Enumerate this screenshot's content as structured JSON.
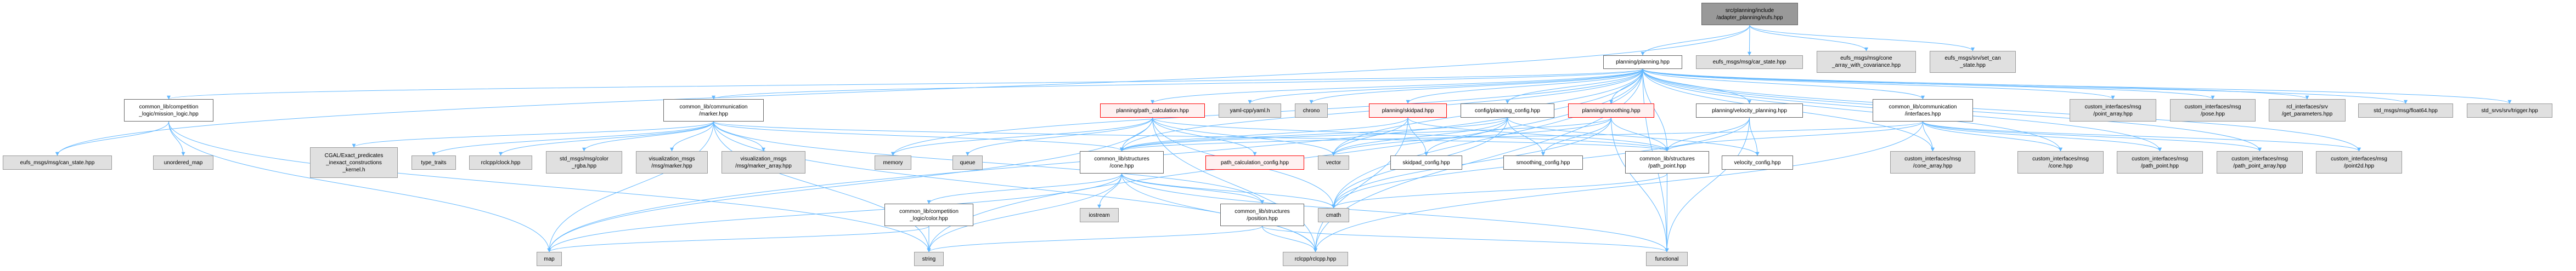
{
  "graph": {
    "edge_color": "#63b8ff",
    "nodes": [
      {
        "id": "root",
        "label": [
          "src/planning/include",
          "/adapter_planning/eufs.hpp"
        ],
        "kind": "root"
      },
      {
        "id": "planning",
        "label": [
          "planning/planning.hpp"
        ],
        "kind": "normal"
      },
      {
        "id": "car_state",
        "label": [
          "eufs_msgs/msg/car_state.hpp"
        ],
        "kind": "external"
      },
      {
        "id": "cone_cov",
        "label": [
          "eufs_msgs/msg/cone",
          "_array_with_covariance.hpp"
        ],
        "kind": "external"
      },
      {
        "id": "set_can",
        "label": [
          "eufs_msgs/srv/set_can",
          "_state.hpp"
        ],
        "kind": "external"
      },
      {
        "id": "mission",
        "label": [
          "common_lib/competition",
          "_logic/mission_logic.hpp"
        ],
        "kind": "normal"
      },
      {
        "id": "marker",
        "label": [
          "common_lib/communication",
          "/marker.hpp"
        ],
        "kind": "normal"
      },
      {
        "id": "pathcalc",
        "label": [
          "planning/path_calculation.hpp"
        ],
        "kind": "red"
      },
      {
        "id": "yaml",
        "label": [
          "yaml-cpp/yaml.h"
        ],
        "kind": "external"
      },
      {
        "id": "chrono",
        "label": [
          "chrono"
        ],
        "kind": "external"
      },
      {
        "id": "skidpad",
        "label": [
          "planning/skidpad.hpp"
        ],
        "kind": "red"
      },
      {
        "id": "plconfig",
        "label": [
          "config/planning_config.hpp"
        ],
        "kind": "normal"
      },
      {
        "id": "smoothing",
        "label": [
          "planning/smoothing.hpp"
        ],
        "kind": "red"
      },
      {
        "id": "velplan",
        "label": [
          "planning/velocity_planning.hpp"
        ],
        "kind": "normal"
      },
      {
        "id": "interfaces",
        "label": [
          "common_lib/communication",
          "/interfaces.hpp"
        ],
        "kind": "normal"
      },
      {
        "id": "point_array",
        "label": [
          "custom_interfaces/msg",
          "/point_array.hpp"
        ],
        "kind": "external"
      },
      {
        "id": "pose",
        "label": [
          "custom_interfaces/msg",
          "/pose.hpp"
        ],
        "kind": "external"
      },
      {
        "id": "getparams",
        "label": [
          "rcl_interfaces/srv",
          "/get_parameters.hpp"
        ],
        "kind": "external"
      },
      {
        "id": "float64",
        "label": [
          "std_msgs/msg/float64.hpp"
        ],
        "kind": "external"
      },
      {
        "id": "trigger",
        "label": [
          "std_srvs/srv/trigger.hpp"
        ],
        "kind": "external"
      },
      {
        "id": "can_state",
        "label": [
          "eufs_msgs/msg/can_state.hpp"
        ],
        "kind": "external"
      },
      {
        "id": "unordered_map",
        "label": [
          "unordered_map"
        ],
        "kind": "external"
      },
      {
        "id": "cgal",
        "label": [
          "CGAL/Exact_predicates",
          "_inexact_constructions",
          "_kernel.h"
        ],
        "kind": "external"
      },
      {
        "id": "type_traits",
        "label": [
          "type_traits"
        ],
        "kind": "external"
      },
      {
        "id": "clock",
        "label": [
          "rclcpp/clock.hpp"
        ],
        "kind": "external"
      },
      {
        "id": "color_rgba",
        "label": [
          "std_msgs/msg/color",
          "_rgba.hpp"
        ],
        "kind": "external"
      },
      {
        "id": "vis_marker",
        "label": [
          "visualization_msgs",
          "/msg/marker.hpp"
        ],
        "kind": "external"
      },
      {
        "id": "vis_marker_array",
        "label": [
          "visualization_msgs",
          "/msg/marker_array.hpp"
        ],
        "kind": "external"
      },
      {
        "id": "memory",
        "label": [
          "memory"
        ],
        "kind": "external"
      },
      {
        "id": "queue",
        "label": [
          "queue"
        ],
        "kind": "external"
      },
      {
        "id": "cone",
        "label": [
          "common_lib/structures",
          "/cone.hpp"
        ],
        "kind": "normal"
      },
      {
        "id": "pathcalc_cfg",
        "label": [
          "path_calculation_config.hpp"
        ],
        "kind": "red"
      },
      {
        "id": "vector",
        "label": [
          "vector"
        ],
        "kind": "external"
      },
      {
        "id": "skidpad_cfg",
        "label": [
          "skidpad_config.hpp"
        ],
        "kind": "normal"
      },
      {
        "id": "smoothing_cfg",
        "label": [
          "smoothing_config.hpp"
        ],
        "kind": "normal"
      },
      {
        "id": "path_point",
        "label": [
          "common_lib/structures",
          "/path_point.hpp"
        ],
        "kind": "normal"
      },
      {
        "id": "velocity_cfg",
        "label": [
          "velocity_config.hpp"
        ],
        "kind": "normal"
      },
      {
        "id": "ci_cone_array",
        "label": [
          "custom_interfaces/msg",
          "/cone_array.hpp"
        ],
        "kind": "external"
      },
      {
        "id": "ci_cone",
        "label": [
          "custom_interfaces/msg",
          "/cone.hpp"
        ],
        "kind": "external"
      },
      {
        "id": "ci_path_point",
        "label": [
          "custom_interfaces/msg",
          "/path_point.hpp"
        ],
        "kind": "external"
      },
      {
        "id": "ci_path_point_array",
        "label": [
          "custom_interfaces/msg",
          "/path_point_array.hpp"
        ],
        "kind": "external"
      },
      {
        "id": "ci_point2d",
        "label": [
          "custom_interfaces/msg",
          "/point2d.hpp"
        ],
        "kind": "external"
      },
      {
        "id": "color",
        "label": [
          "common_lib/competition",
          "_logic/color.hpp"
        ],
        "kind": "normal"
      },
      {
        "id": "iostream",
        "label": [
          "iostream"
        ],
        "kind": "external"
      },
      {
        "id": "position",
        "label": [
          "common_lib/structures",
          "/position.hpp"
        ],
        "kind": "normal"
      },
      {
        "id": "cmath",
        "label": [
          "cmath"
        ],
        "kind": "external"
      },
      {
        "id": "map",
        "label": [
          "map"
        ],
        "kind": "external"
      },
      {
        "id": "string",
        "label": [
          "string"
        ],
        "kind": "external"
      },
      {
        "id": "rclcpp",
        "label": [
          "rclcpp/rclcpp.hpp"
        ],
        "kind": "external"
      },
      {
        "id": "functional",
        "label": [
          "functional"
        ],
        "kind": "external"
      }
    ],
    "edges": [
      [
        "root",
        "planning"
      ],
      [
        "root",
        "car_state"
      ],
      [
        "root",
        "cone_cov"
      ],
      [
        "root",
        "set_can"
      ],
      [
        "root",
        "can_state"
      ],
      [
        "planning",
        "mission"
      ],
      [
        "planning",
        "marker"
      ],
      [
        "planning",
        "pathcalc"
      ],
      [
        "planning",
        "yaml"
      ],
      [
        "planning",
        "chrono"
      ],
      [
        "planning",
        "skidpad"
      ],
      [
        "planning",
        "plconfig"
      ],
      [
        "planning",
        "smoothing"
      ],
      [
        "planning",
        "velplan"
      ],
      [
        "planning",
        "interfaces"
      ],
      [
        "planning",
        "point_array"
      ],
      [
        "planning",
        "pose"
      ],
      [
        "planning",
        "getparams"
      ],
      [
        "planning",
        "float64"
      ],
      [
        "planning",
        "trigger"
      ],
      [
        "planning",
        "path_point"
      ],
      [
        "planning",
        "vector"
      ],
      [
        "planning",
        "memory"
      ],
      [
        "planning",
        "string"
      ],
      [
        "planning",
        "map"
      ],
      [
        "planning",
        "cone"
      ],
      [
        "planning",
        "functional"
      ],
      [
        "planning",
        "rclcpp"
      ],
      [
        "planning",
        "ci_cone_array"
      ],
      [
        "planning",
        "ci_cone"
      ],
      [
        "planning",
        "ci_path_point"
      ],
      [
        "planning",
        "ci_path_point_array"
      ],
      [
        "planning",
        "ci_point2d"
      ],
      [
        "planning",
        "cmath"
      ],
      [
        "mission",
        "can_state"
      ],
      [
        "mission",
        "unordered_map"
      ],
      [
        "mission",
        "map"
      ],
      [
        "mission",
        "string"
      ],
      [
        "marker",
        "cgal"
      ],
      [
        "marker",
        "type_traits"
      ],
      [
        "marker",
        "clock"
      ],
      [
        "marker",
        "color_rgba"
      ],
      [
        "marker",
        "vis_marker"
      ],
      [
        "marker",
        "vis_marker_array"
      ],
      [
        "marker",
        "map"
      ],
      [
        "marker",
        "string"
      ],
      [
        "marker",
        "cone"
      ],
      [
        "marker",
        "position"
      ],
      [
        "marker",
        "rclcpp"
      ],
      [
        "marker",
        "path_point"
      ],
      [
        "pathcalc",
        "memory"
      ],
      [
        "pathcalc",
        "queue"
      ],
      [
        "pathcalc",
        "cone"
      ],
      [
        "pathcalc",
        "pathcalc_cfg"
      ],
      [
        "pathcalc",
        "path_point"
      ],
      [
        "pathcalc",
        "vector"
      ],
      [
        "pathcalc",
        "map"
      ],
      [
        "pathcalc",
        "cmath"
      ],
      [
        "pathcalc",
        "rclcpp"
      ],
      [
        "cone",
        "color"
      ],
      [
        "cone",
        "iostream"
      ],
      [
        "cone",
        "position"
      ],
      [
        "cone",
        "string"
      ],
      [
        "cone",
        "cmath"
      ],
      [
        "cone",
        "rclcpp"
      ],
      [
        "cone",
        "map"
      ],
      [
        "cone",
        "functional"
      ],
      [
        "color",
        "string"
      ],
      [
        "color",
        "map"
      ],
      [
        "position",
        "rclcpp"
      ],
      [
        "position",
        "string"
      ],
      [
        "position",
        "functional"
      ],
      [
        "skidpad",
        "vector"
      ],
      [
        "skidpad",
        "skidpad_cfg"
      ],
      [
        "skidpad",
        "rclcpp"
      ],
      [
        "skidpad",
        "path_point"
      ],
      [
        "skidpad",
        "cone"
      ],
      [
        "plconfig",
        "skidpad_cfg"
      ],
      [
        "plconfig",
        "smoothing_cfg"
      ],
      [
        "plconfig",
        "velocity_cfg"
      ],
      [
        "plconfig",
        "vector"
      ],
      [
        "plconfig",
        "cmath"
      ],
      [
        "plconfig",
        "cone"
      ],
      [
        "smoothing",
        "smoothing_cfg"
      ],
      [
        "smoothing",
        "path_point"
      ],
      [
        "smoothing",
        "vector"
      ],
      [
        "smoothing",
        "cmath"
      ],
      [
        "smoothing",
        "functional"
      ],
      [
        "smoothing",
        "cone"
      ],
      [
        "velplan",
        "path_point"
      ],
      [
        "velplan",
        "velocity_cfg"
      ],
      [
        "velplan",
        "functional"
      ],
      [
        "velplan",
        "cmath"
      ],
      [
        "interfaces",
        "ci_cone_array"
      ],
      [
        "interfaces",
        "ci_cone"
      ],
      [
        "interfaces",
        "ci_path_point"
      ],
      [
        "interfaces",
        "ci_path_point_array"
      ],
      [
        "interfaces",
        "ci_point2d"
      ],
      [
        "interfaces",
        "path_point"
      ],
      [
        "interfaces",
        "cone"
      ],
      [
        "interfaces",
        "rclcpp"
      ],
      [
        "path_point",
        "functional"
      ],
      [
        "path_point",
        "cmath"
      ]
    ]
  }
}
